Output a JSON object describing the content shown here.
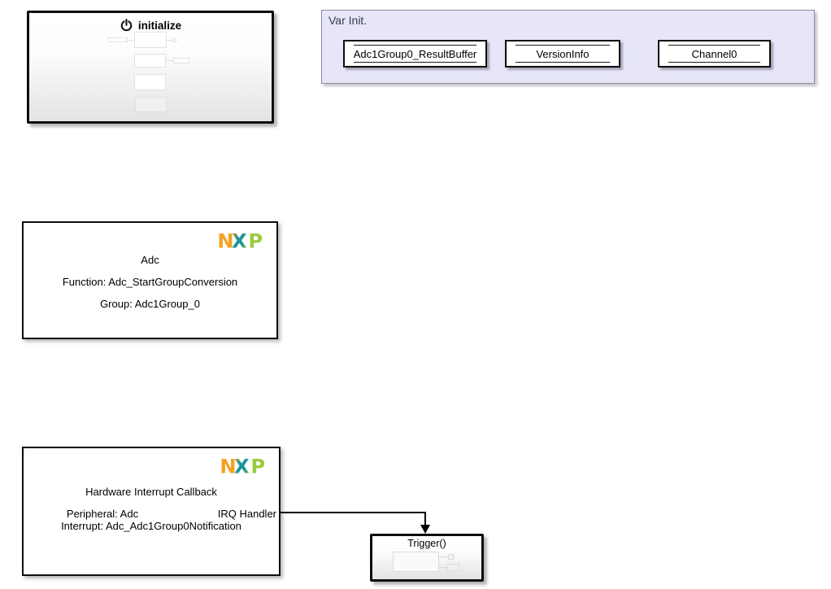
{
  "colors": {
    "canvas_bg": "#ffffff",
    "var_init_bg": "#e6e6f8",
    "var_init_border": "#8c8c9e",
    "block_border": "#0d0d0d",
    "ghost_gray": "#e2e2e2",
    "nxp_orange": "#f59b1e",
    "nxp_teal": "#1d9595",
    "nxp_green": "#9aca3c"
  },
  "brand": {
    "n": "N",
    "x": "X",
    "p": "P"
  },
  "initialize_block": {
    "label": "initialize",
    "icon": "power-icon"
  },
  "var_init_area": {
    "label": "Var Init.",
    "data_stores": [
      {
        "name": "Adc1Group0_ResultBuffer"
      },
      {
        "name": "VersionInfo"
      },
      {
        "name": "Channel0"
      }
    ]
  },
  "adc_block": {
    "title": "Adc",
    "line_function": "Function: Adc_StartGroupConversion",
    "line_group": "Group: Adc1Group_0"
  },
  "hw_interrupt_block": {
    "title": "Hardware Interrupt Callback",
    "line_peripheral": "Peripheral: Adc",
    "line_interrupt": "Interrupt: Adc_Adc1Group0Notification",
    "output_port": "IRQ Handler"
  },
  "trigger_block": {
    "label": "Trigger()"
  }
}
